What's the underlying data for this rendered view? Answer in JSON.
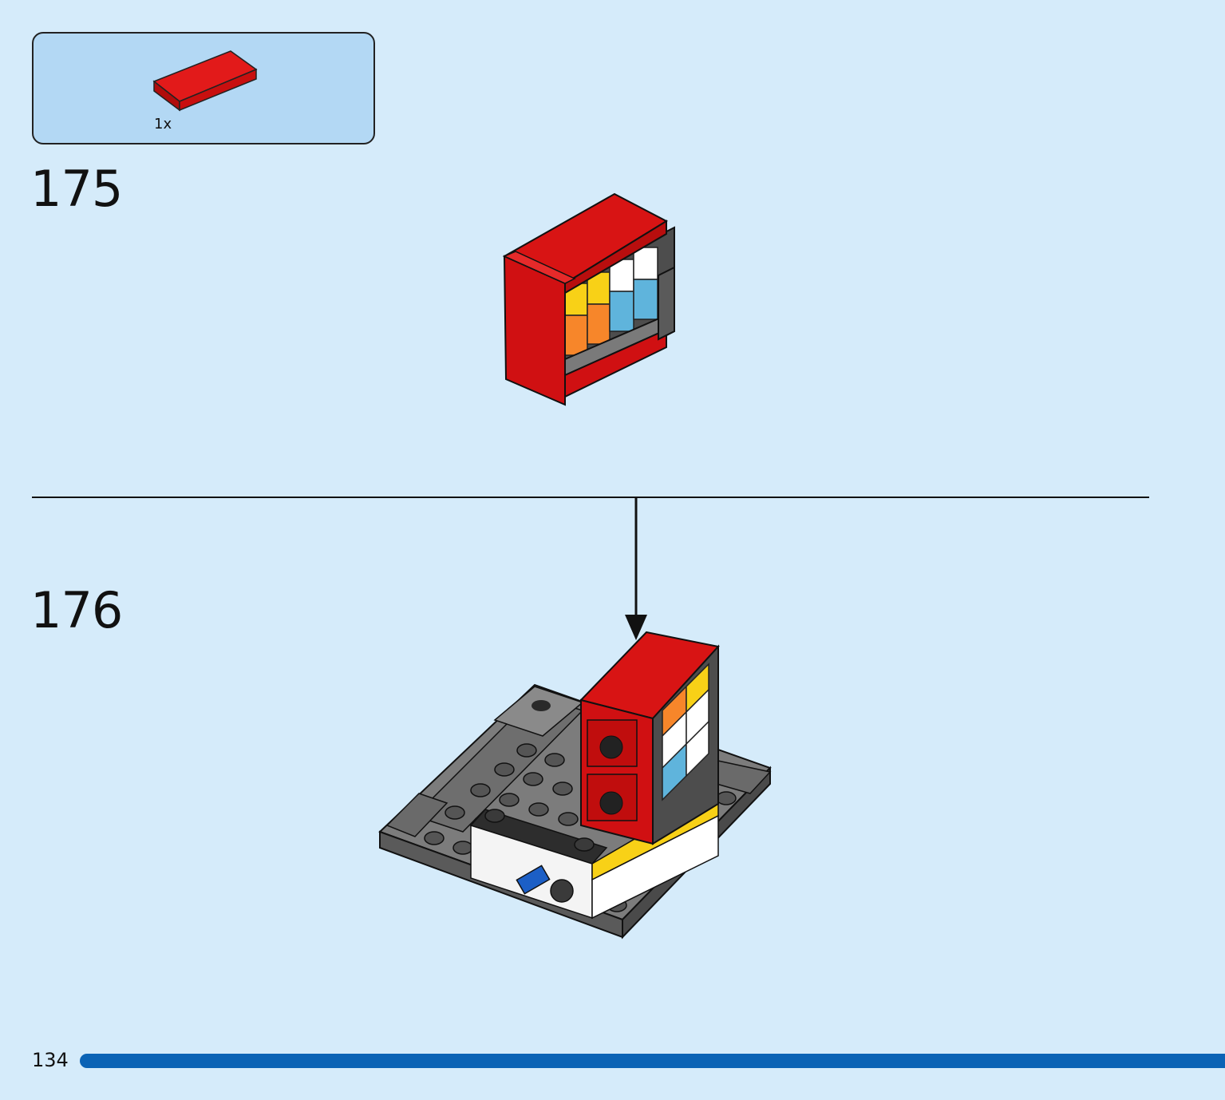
{
  "parts_callout": {
    "parts": [
      {
        "icon": "red-tile-2x4-icon",
        "color": "#d01012",
        "quantity": "1x"
      }
    ]
  },
  "steps": [
    {
      "number": "175"
    },
    {
      "number": "176"
    }
  ],
  "footer": {
    "page_number": "134",
    "progress_color": "#0b63b5"
  },
  "colors": {
    "background": "#d5ebfa",
    "callout_bg": "#b3d8f4",
    "red": "#d01012",
    "yellow": "#f8d117",
    "orange": "#f7862a",
    "white": "#ffffff",
    "light_blue": "#5fb4dc",
    "dark_gray": "#5a5a5a",
    "light_gray": "#8c8c8c",
    "blue": "#1c5fc6"
  }
}
